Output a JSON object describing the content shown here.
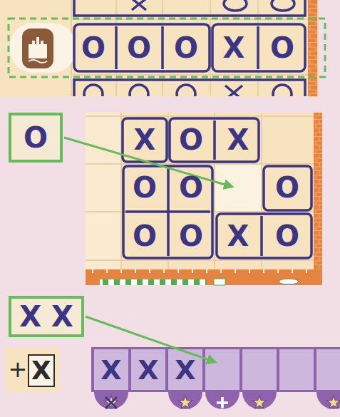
{
  "diagram": {
    "nodes": [
      {
        "text": [
          "O"
        ]
      },
      {
        "text": [
          "X X"
        ]
      }
    ],
    "labels": [
      "O",
      "O",
      "O",
      "X",
      "O",
      "X",
      "O",
      "X",
      "O",
      "O",
      "O",
      "O",
      "O",
      "X",
      "O",
      "+",
      "X",
      "X",
      "X",
      "X"
    ]
  }
}
